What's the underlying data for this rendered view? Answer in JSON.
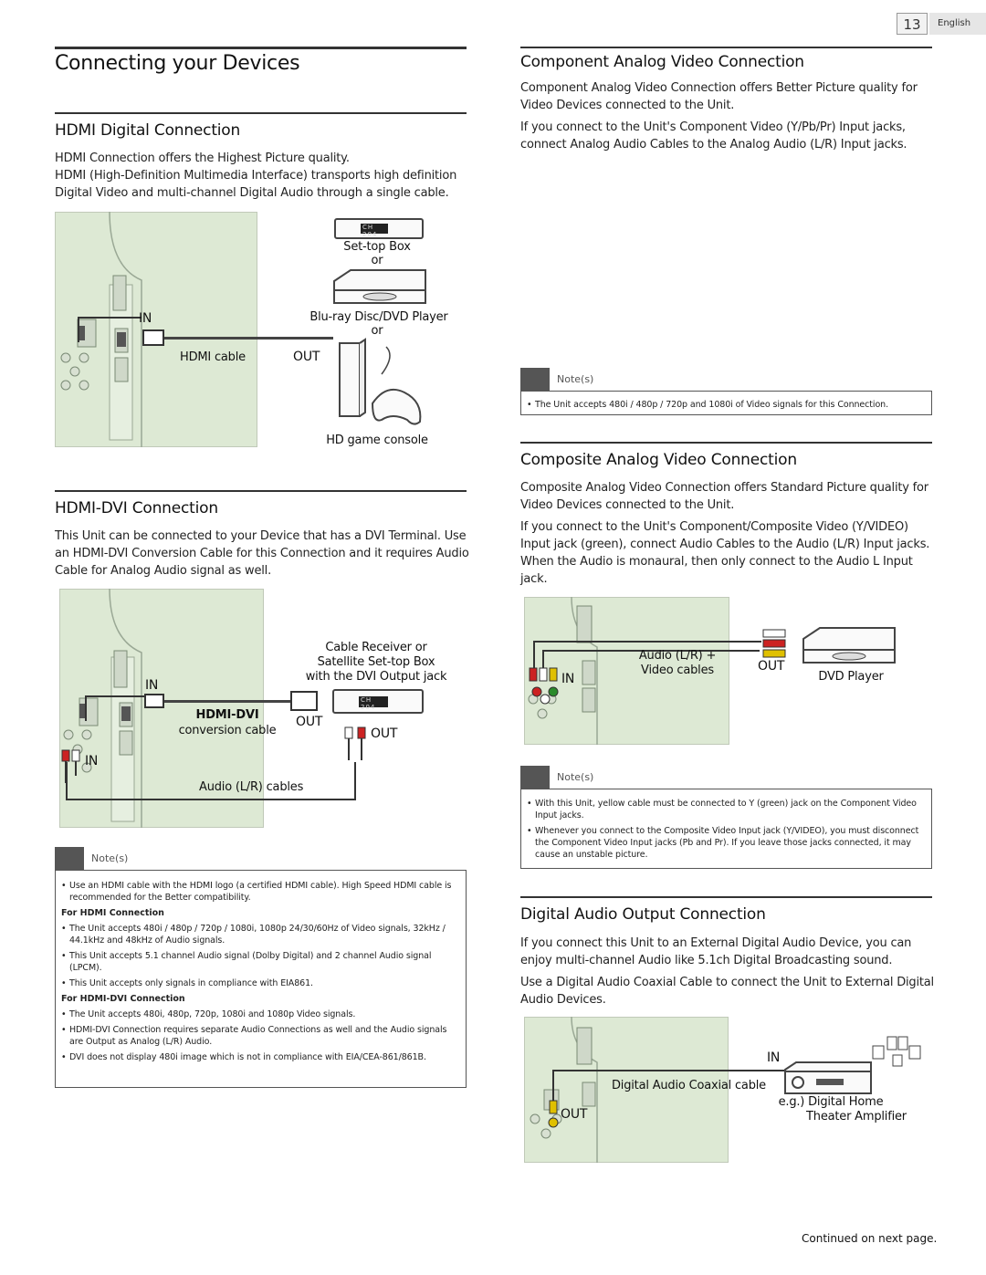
{
  "page_header": {
    "page_number": "13",
    "language": "English"
  },
  "title": "Connecting your Devices",
  "hdmi": {
    "heading": "HDMI Digital Connection",
    "para1": "HDMI Connection offers the Highest Picture quality.",
    "para2": "HDMI (High-Definition Multimedia Interface) transports high definition Digital Video and multi-channel Digital Audio through a single cable.",
    "diagram": {
      "in_label": "IN",
      "cable_label": "HDMI cable",
      "out_label": "OUT",
      "device1": "Set-top Box",
      "or1": "or",
      "device2": "Blu-ray Disc/DVD Player",
      "or2": "or",
      "device3": "HD game console",
      "display_text": "CH 204"
    }
  },
  "hdmi_dvi": {
    "heading": "HDMI-DVI Connection",
    "para": "This Unit can be connected to your Device that has a DVI Terminal. Use an HDMI-DVI Conversion Cable for this Connection and it requires Audio Cable for Analog Audio signal as well.",
    "diagram": {
      "device_line1": "Cable Receiver or",
      "device_line2": "Satellite Set-top Box",
      "device_line3": "with the DVI Output jack",
      "in_label_top": "IN",
      "cable_label1": "HDMI-DVI",
      "cable_label2": "conversion cable",
      "out_label1": "OUT",
      "out_label2": "OUT",
      "in_label_bottom": "IN",
      "audio_label": "Audio (L/R) cables",
      "display_text": "CH 204"
    },
    "notes_title": "Note(s)",
    "notes_general": [
      "Use an HDMI cable with the HDMI logo (a certified HDMI cable). High Speed HDMI cable is recommended for the Better compatibility."
    ],
    "for_hdmi_title": "For HDMI Connection",
    "for_hdmi_notes": [
      "The Unit accepts 480i / 480p / 720p / 1080i, 1080p 24/30/60Hz of Video signals, 32kHz / 44.1kHz and 48kHz of Audio signals.",
      "This Unit accepts 5.1 channel Audio signal (Dolby Digital) and 2 channel Audio signal (LPCM).",
      "This Unit accepts only signals in compliance with EIA861."
    ],
    "for_dvi_title": "For HDMI-DVI Connection",
    "for_dvi_notes": [
      "The Unit accepts 480i, 480p, 720p, 1080i and 1080p Video signals.",
      "HDMI-DVI Connection requires separate Audio Connections as well and the Audio signals are Output as Analog (L/R) Audio.",
      "DVI does not display 480i image which is not in compliance with EIA/CEA-861/861B."
    ]
  },
  "component": {
    "heading": "Component Analog Video Connection",
    "para1": "Component Analog Video Connection offers Better Picture quality for Video Devices connected to the Unit.",
    "para2": "If you connect to the Unit's Component Video (Y/Pb/Pr) Input jacks, connect Analog Audio Cables to the Analog Audio (L/R) Input jacks.",
    "notes_title": "Note(s)",
    "notes": [
      "The Unit accepts 480i / 480p / 720p and 1080i of Video signals for this Connection."
    ]
  },
  "composite": {
    "heading": "Composite Analog Video Connection",
    "para1": "Composite Analog Video Connection offers Standard Picture quality for Video Devices connected to the Unit.",
    "para2": "If you connect to the Unit's Component/Composite Video (Y/VIDEO) Input jack (green), connect Audio Cables to the Audio (L/R) Input jacks. When the Audio is monaural, then only connect to the Audio L Input jack.",
    "diagram": {
      "cable_line1": "Audio (L/R) +",
      "cable_line2": "Video cables",
      "in_label": "IN",
      "out_label": "OUT",
      "device": "DVD Player"
    },
    "notes_title": "Note(s)",
    "notes": [
      "With this Unit, yellow cable must be connected to Y (green) jack on the Component Video Input jacks.",
      "Whenever you connect to the Composite Video Input jack (Y/VIDEO), you must disconnect the Component Video Input jacks (Pb and Pr). If you leave those jacks connected, it may cause an unstable picture."
    ]
  },
  "digital_audio": {
    "heading": "Digital Audio Output Connection",
    "para1": "If you connect this Unit to an External Digital Audio Device, you can enjoy multi-channel Audio like 5.1ch Digital Broadcasting sound.",
    "para2": "Use a Digital Audio Coaxial Cable to connect the Unit to External Digital Audio Devices.",
    "diagram": {
      "in_label": "IN",
      "cable_label": "Digital Audio Coaxial cable",
      "out_label": "OUT",
      "device_line1": "e.g.) Digital Home",
      "device_line2": "Theater Amplifier"
    }
  },
  "footer": {
    "continued": "Continued on next page."
  },
  "colors": {
    "panel_green": "#dde9d4",
    "rca_red": "#cc2222",
    "rca_yellow": "#e0c000",
    "rca_green": "#2a8a2a",
    "tab_gray": "#555555"
  }
}
